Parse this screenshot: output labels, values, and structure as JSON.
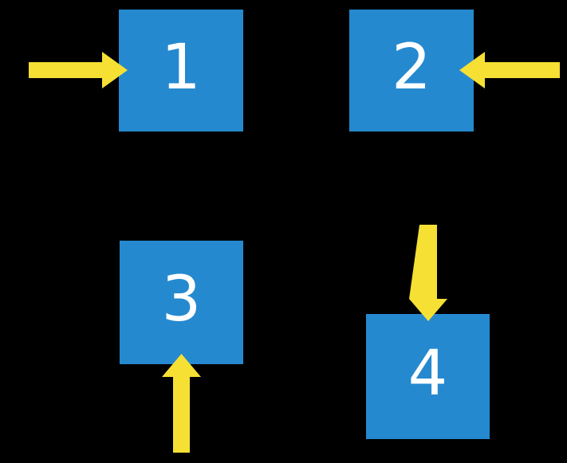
{
  "diagram": {
    "background_color": "#000000",
    "box_fill_color": "#2589cf",
    "box_label_color": "#ffffff",
    "arrow_color": "#f5e033",
    "boxes": [
      {
        "label": "1",
        "arrow_icon": "arrow-right-icon",
        "arrow_enters_from": "left"
      },
      {
        "label": "2",
        "arrow_icon": "arrow-left-icon",
        "arrow_enters_from": "right"
      },
      {
        "label": "3",
        "arrow_icon": "arrow-up-icon",
        "arrow_enters_from": "bottom"
      },
      {
        "label": "4",
        "arrow_icon": "arrow-down-icon",
        "arrow_enters_from": "top"
      }
    ]
  }
}
